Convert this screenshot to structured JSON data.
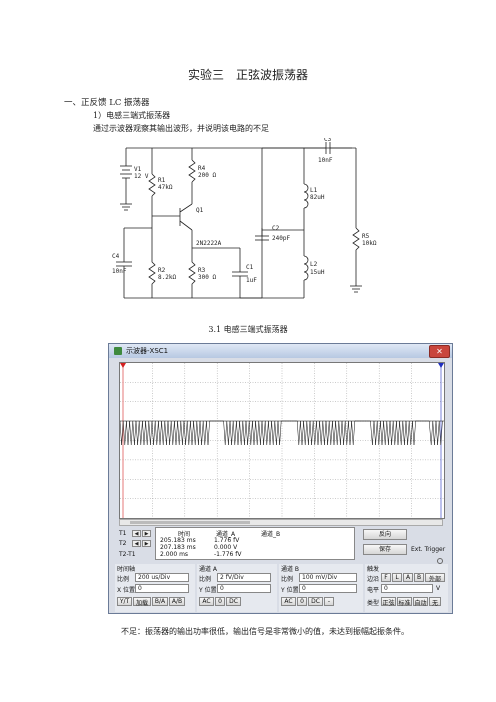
{
  "doc": {
    "title": "实验三　正弦波振荡器",
    "section": "一、正反馈 LC 振荡器",
    "subsection": "1）电感三端式振荡器",
    "instruction": "通过示波器观察其输出波形，并说明该电路的不足",
    "figure_caption": "3.1  电感三端式振荡器",
    "conclusion": "不足：振荡器的输出功率很低，输出信号是非常微小的值，未达到振幅起振条件。"
  },
  "schematic": {
    "labels": {
      "v1": "V1",
      "v1_val": "12 V",
      "r1": "R1",
      "r1_val": "47kΩ",
      "r4": "R4",
      "r4_val": "200 Ω",
      "q1": "Q1",
      "q1_model": "2N2222A",
      "c4": "C4",
      "c4_val": "10nF",
      "r2": "R2",
      "r2_val": "8.2kΩ",
      "r3": "R3",
      "r3_val": "300 Ω",
      "c1": "C1",
      "c1_val": "1uF",
      "c2": "C2",
      "c2_val": "240pF",
      "c3": "C3",
      "c3_val": "10nF",
      "l1": "L1",
      "l1_val": "82uH",
      "l2": "L2",
      "l2_val": "15uH",
      "r5": "R5",
      "r5_val": "10kΩ"
    }
  },
  "scope": {
    "window_title": "示波器-XSC1",
    "close_glyph": "✕",
    "markers": {
      "t1": "T1",
      "t2": "T2",
      "t2t1": "T2-T1"
    },
    "readout_headers": {
      "time": "时间",
      "ch_a": "通道_A",
      "ch_b": "通道_B"
    },
    "readout_rows": [
      {
        "time": "205.183 ms",
        "a": "1.776 fV",
        "b": ""
      },
      {
        "time": "207.183 ms",
        "a": "0.000 V",
        "b": ""
      },
      {
        "time": "2.000 ms",
        "a": "-1.776 fV",
        "b": ""
      }
    ],
    "buttons": {
      "reverse": "反向",
      "save": "保存",
      "ext_trigger": "Ext. Trigger"
    },
    "timebase": {
      "group": "时间轴",
      "scale_label": "比例",
      "scale": "200 us/Div",
      "xpos_label": "X 位置",
      "xpos": "0",
      "modes": [
        "Y/T",
        "加载",
        "B/A",
        "A/B"
      ]
    },
    "channel_a": {
      "group": "通道 A",
      "scale_label": "比例",
      "scale": "2 fV/Div",
      "ypos_label": "Y 位置",
      "ypos": "0",
      "coupling": [
        "AC",
        "0",
        "DC"
      ]
    },
    "channel_b": {
      "group": "通道 B",
      "scale_label": "比例",
      "scale": "100 mV/Div",
      "ypos_label": "Y 位置",
      "ypos": "0",
      "coupling": [
        "AC",
        "0",
        "DC",
        "-"
      ]
    },
    "trigger": {
      "group": "触发",
      "edge_label": "边沿",
      "edges": [
        "F",
        "L",
        "A",
        "B",
        "外部"
      ],
      "level_label": "电平",
      "level": "0",
      "level_unit": "V",
      "type_label": "类型",
      "types": [
        "正弦",
        "标准",
        "自动",
        "无"
      ]
    }
  }
}
